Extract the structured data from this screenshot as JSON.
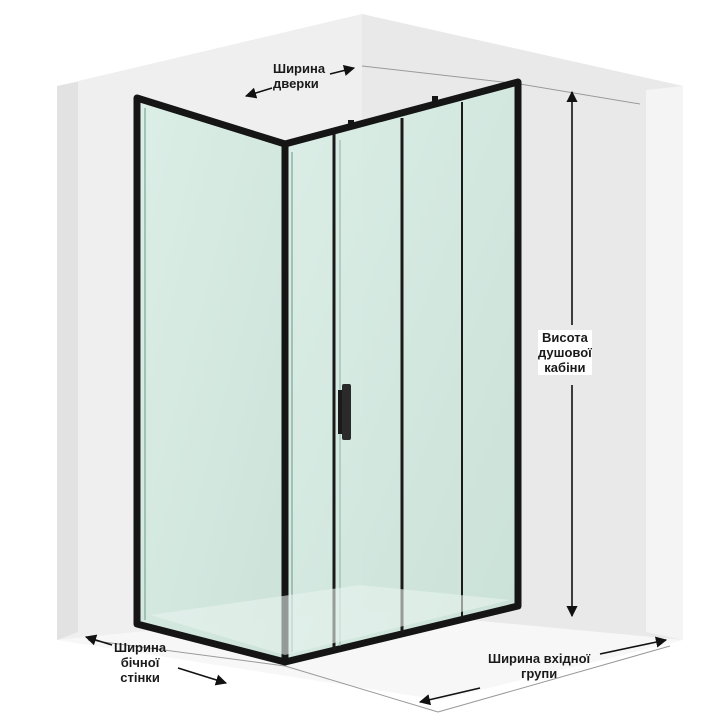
{
  "labels": {
    "door_width": [
      "Ширина",
      "дверки"
    ],
    "cabin_height": [
      "Висота",
      "душової",
      "кабіни"
    ],
    "side_wall_width": [
      "Ширина",
      "бічної",
      "стінки"
    ],
    "entry_group_width": [
      "Ширина вхідної",
      "групи"
    ]
  },
  "colors": {
    "wall": "#ededed",
    "wall_shadow": "#dcdcdc",
    "glass": "#cfe6dd",
    "frame": "#151515",
    "dimension_line": "#111111"
  }
}
